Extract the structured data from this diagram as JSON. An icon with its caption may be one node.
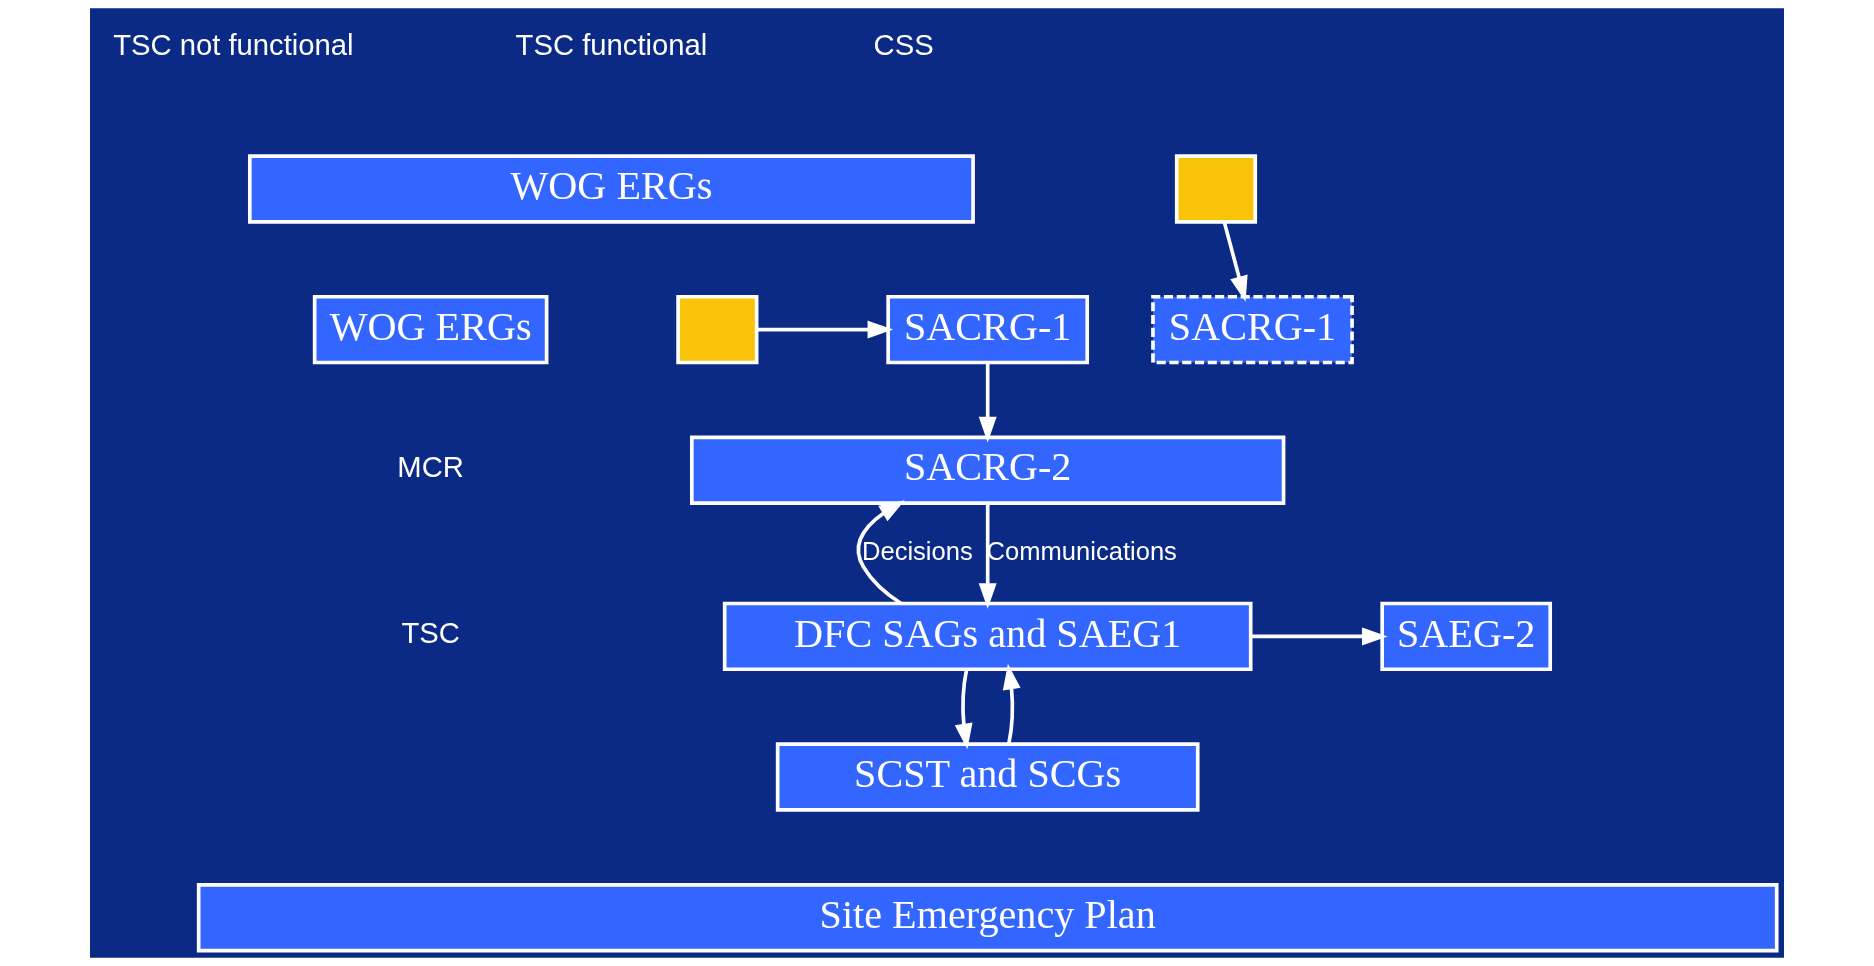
{
  "diagram": {
    "nodes": [
      {
        "text": [
          "WOG ERGs"
        ]
      },
      {
        "text": [],
        "shape": "box"
      },
      {
        "text": [
          "WOG ERGs"
        ]
      },
      {
        "text": [],
        "shape": "box"
      },
      {
        "text": [
          "SACRG-1"
        ]
      },
      {
        "text": [
          "SACRG-1"
        ]
      },
      {
        "text": [
          "SACRG-2"
        ]
      },
      {
        "text": [
          "DFC SAGs and SAEG1"
        ]
      },
      {
        "text": [
          "SCST and SCGs"
        ]
      },
      {
        "text": [
          "SAEG-2"
        ]
      },
      {
        "text": [
          "Site Emergency Plan"
        ]
      }
    ],
    "edges": [
      {
        "from": 1,
        "to": 4,
        "arrow": "to"
      },
      {
        "from": 3,
        "to": 5,
        "arrow": "to"
      },
      {
        "from": 5,
        "to": 6,
        "arrow": "to"
      },
      {
        "from": 6,
        "to": 7,
        "arrow": "to",
        "label": "Communications"
      },
      {
        "from": 7,
        "to": 6,
        "arrow": "to",
        "label": "Decisions"
      },
      {
        "from": 7,
        "to": 8,
        "arrow": "to"
      },
      {
        "from": 8,
        "to": 7,
        "arrow": "to"
      },
      {
        "from": 7,
        "to": 9,
        "arrow": "to"
      }
    ],
    "labels": [
      "TSC not functional",
      "TSC functional",
      "CSS",
      "MCR",
      "TSC"
    ]
  }
}
